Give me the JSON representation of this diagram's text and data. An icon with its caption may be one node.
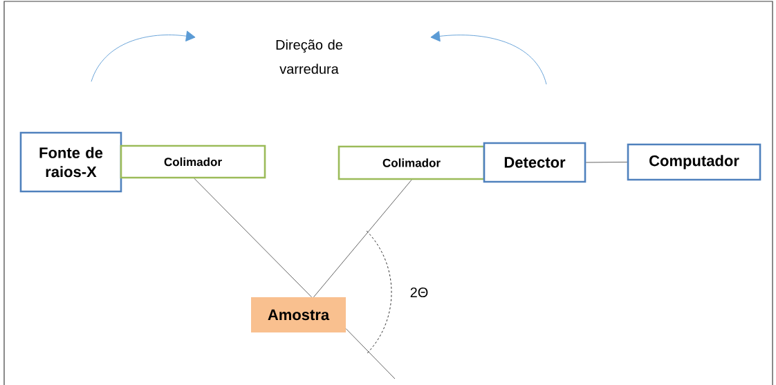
{
  "diagram": {
    "nodes": [
      {
        "text": [
          "Fonte de raios-X"
        ]
      },
      {
        "text": [
          "Colimador"
        ]
      },
      {
        "text": [
          "Colimador"
        ]
      },
      {
        "text": [
          "Detector"
        ]
      },
      {
        "text": [
          "Computador"
        ]
      },
      {
        "text": [
          "Amostra"
        ]
      }
    ],
    "edges": [
      {
        "from": 1,
        "to": 5,
        "arrow": "none"
      },
      {
        "from": 2,
        "to": 5,
        "arrow": "none"
      },
      {
        "from": 3,
        "to": 4,
        "arrow": "none"
      },
      {
        "from": 5,
        "to": null,
        "arrow": "none"
      }
    ],
    "labels": [
      "Direção de varredura",
      "2Θ"
    ]
  }
}
